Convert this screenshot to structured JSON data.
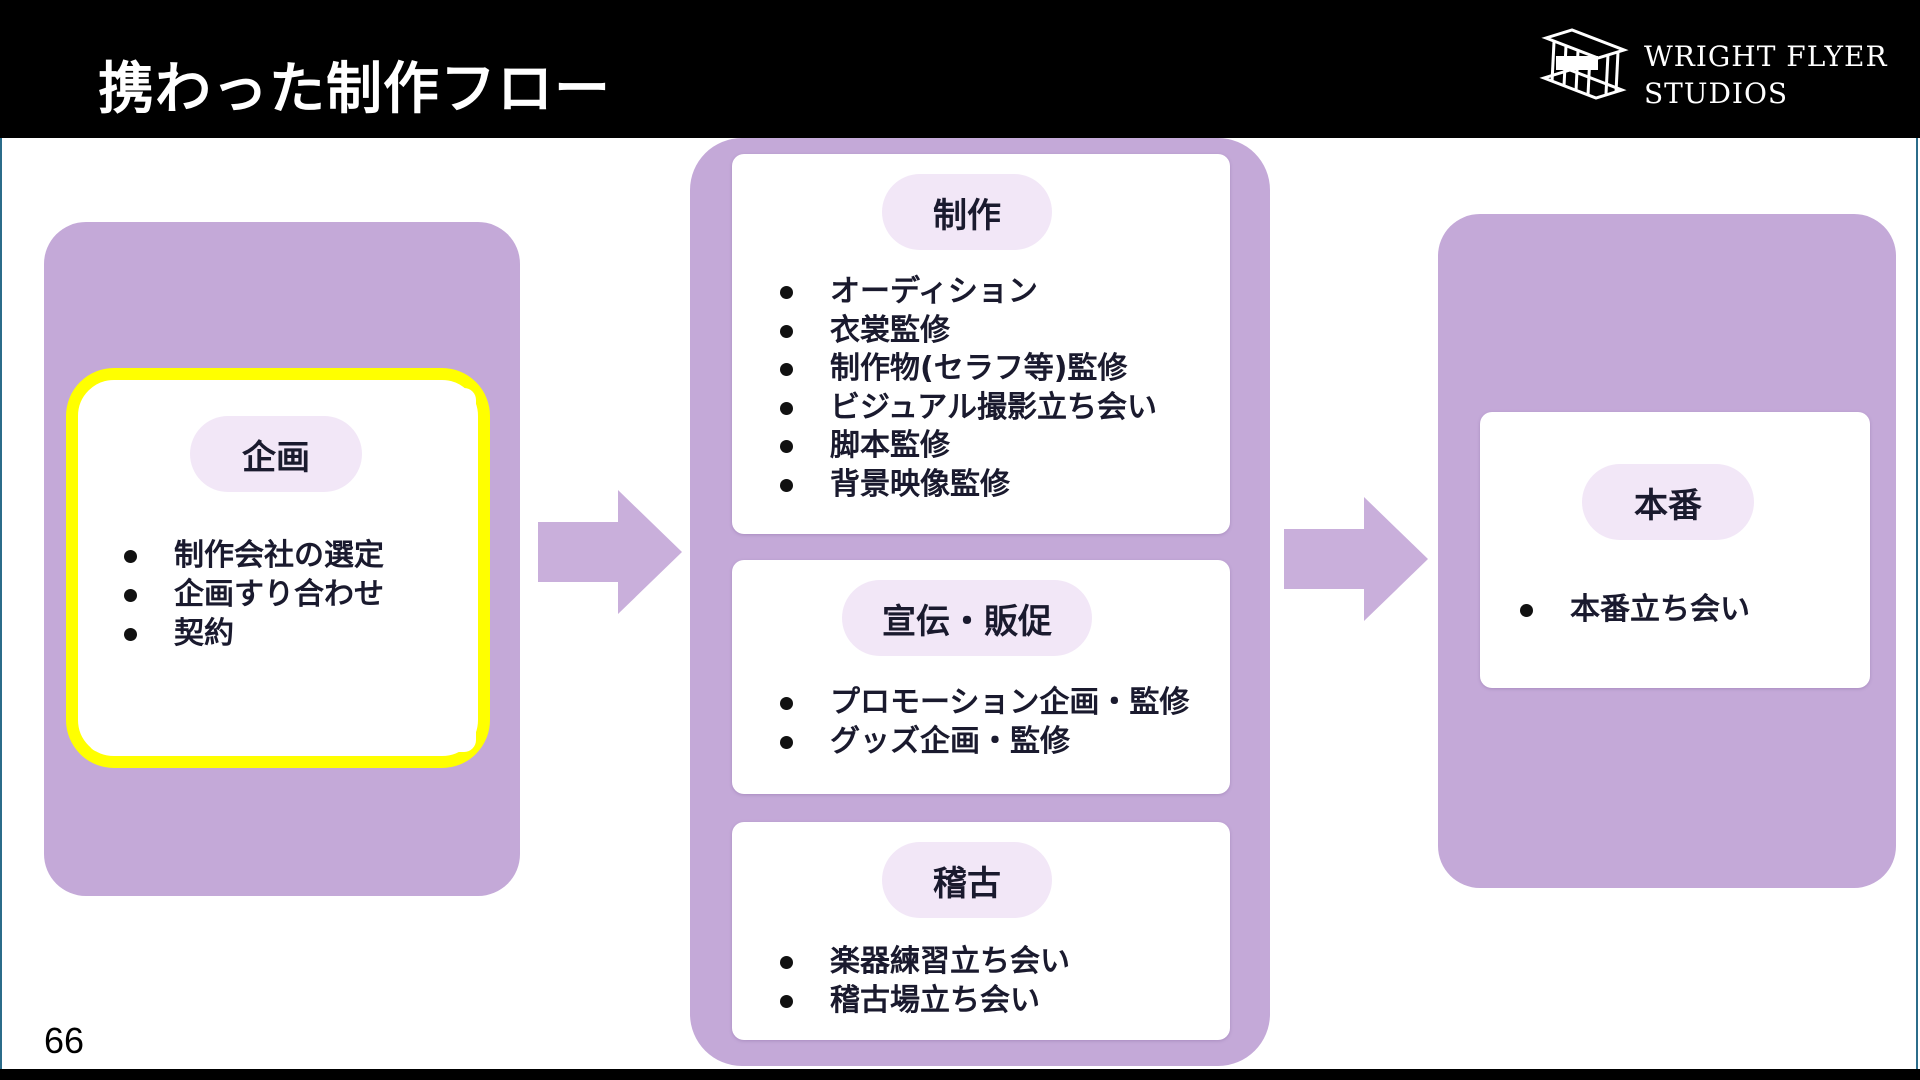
{
  "header": {
    "title": "携わった制作フロー",
    "logo": {
      "icon": "biplane-logo-icon",
      "line1": "WRIGHT FLYER",
      "line2": "STUDIOS"
    }
  },
  "colors": {
    "header_bg": "#000000",
    "panel": "#c4a9d8",
    "card": "#ffffff",
    "pill": "#f2e7f7",
    "arrow": "#c9afdb",
    "highlight": "#ffff00",
    "text": "#1a1a2e"
  },
  "stages": {
    "planning": {
      "title": "企画",
      "items": [
        "制作会社の選定",
        "企画すり合わせ",
        "契約"
      ],
      "highlighted": true
    },
    "production": {
      "title": "制作",
      "items": [
        "オーディション",
        "衣裳監修",
        "制作物(セラフ等)監修",
        "ビジュアル撮影立ち会い",
        "脚本監修",
        "背景映像監修"
      ]
    },
    "promotion": {
      "title": "宣伝・販促",
      "items": [
        "プロモーション企画・監修",
        "グッズ企画・監修"
      ]
    },
    "rehearsal": {
      "title": "稽古",
      "items": [
        "楽器練習立ち会い",
        "稽古場立ち会い"
      ]
    },
    "performance": {
      "title": "本番",
      "items": [
        "本番立ち会い"
      ]
    }
  },
  "flow_icons": [
    "arrow-right-icon",
    "arrow-right-icon"
  ],
  "page_number": "66"
}
